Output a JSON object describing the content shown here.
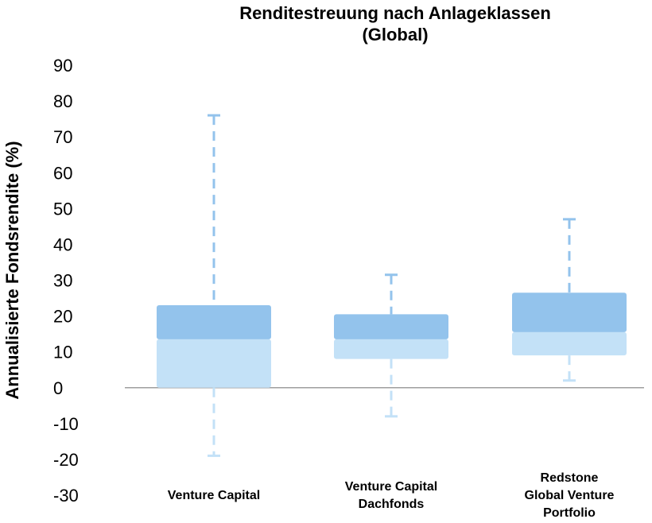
{
  "chart_data": {
    "type": "box",
    "title_lines": [
      "Renditestreuung nach Anlageklassen",
      "(Global)"
    ],
    "ylabel": "Annualisierte Fondsrendite (%)",
    "xlabel": "",
    "ylim": [
      -30,
      90
    ],
    "yticks": [
      90,
      80,
      70,
      60,
      50,
      40,
      30,
      20,
      10,
      0,
      -10,
      -20,
      -30
    ],
    "grid": false,
    "legend": "none",
    "categories": [
      {
        "label_lines": [
          "Venture Capital"
        ],
        "whisker_low": -19,
        "q1": 0,
        "median": 13.5,
        "q3": 23,
        "whisker_high": 76
      },
      {
        "label_lines": [
          "Venture Capital",
          "Dachfonds"
        ],
        "whisker_low": -8,
        "q1": 8,
        "median": 13.5,
        "q3": 20.5,
        "whisker_high": 31.5
      },
      {
        "label_lines": [
          "Redstone",
          "Global Venture",
          "Portfolio"
        ],
        "whisker_low": 2,
        "q1": 9,
        "median": 15.5,
        "q3": 26.5,
        "whisker_high": 47
      }
    ],
    "colors": {
      "upper_box": "#93C3EC",
      "lower_box": "#C3E1F7",
      "whisker_upper": "#93C3EC",
      "whisker_lower": "#C3E1F7",
      "zero_line": "#9E9E9E"
    }
  }
}
